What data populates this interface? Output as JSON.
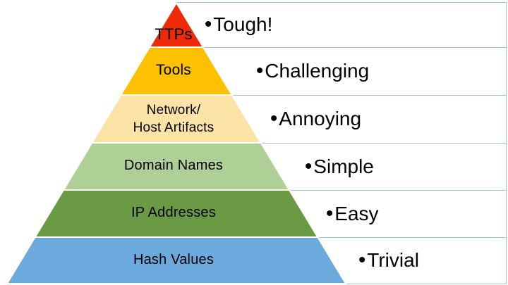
{
  "pyramid": {
    "bullet": "•",
    "row_border_color": "#9dc3e6",
    "levels": [
      {
        "label": "TTPs",
        "color": "#ee2a08",
        "difficulty": "Tough!"
      },
      {
        "label": "Tools",
        "color": "#fdc101",
        "difficulty": "Challenging"
      },
      {
        "label_line1": "Network/",
        "label_line2": "Host Artifacts",
        "color": "#fbe3a6",
        "difficulty": "Annoying"
      },
      {
        "label": "Domain Names",
        "color": "#aed096",
        "difficulty": "Simple"
      },
      {
        "label": "IP Addresses",
        "color": "#6a9a44",
        "difficulty": "Easy"
      },
      {
        "label": "Hash Values",
        "color": "#6ca9dc",
        "difficulty": "Trivial"
      }
    ]
  }
}
